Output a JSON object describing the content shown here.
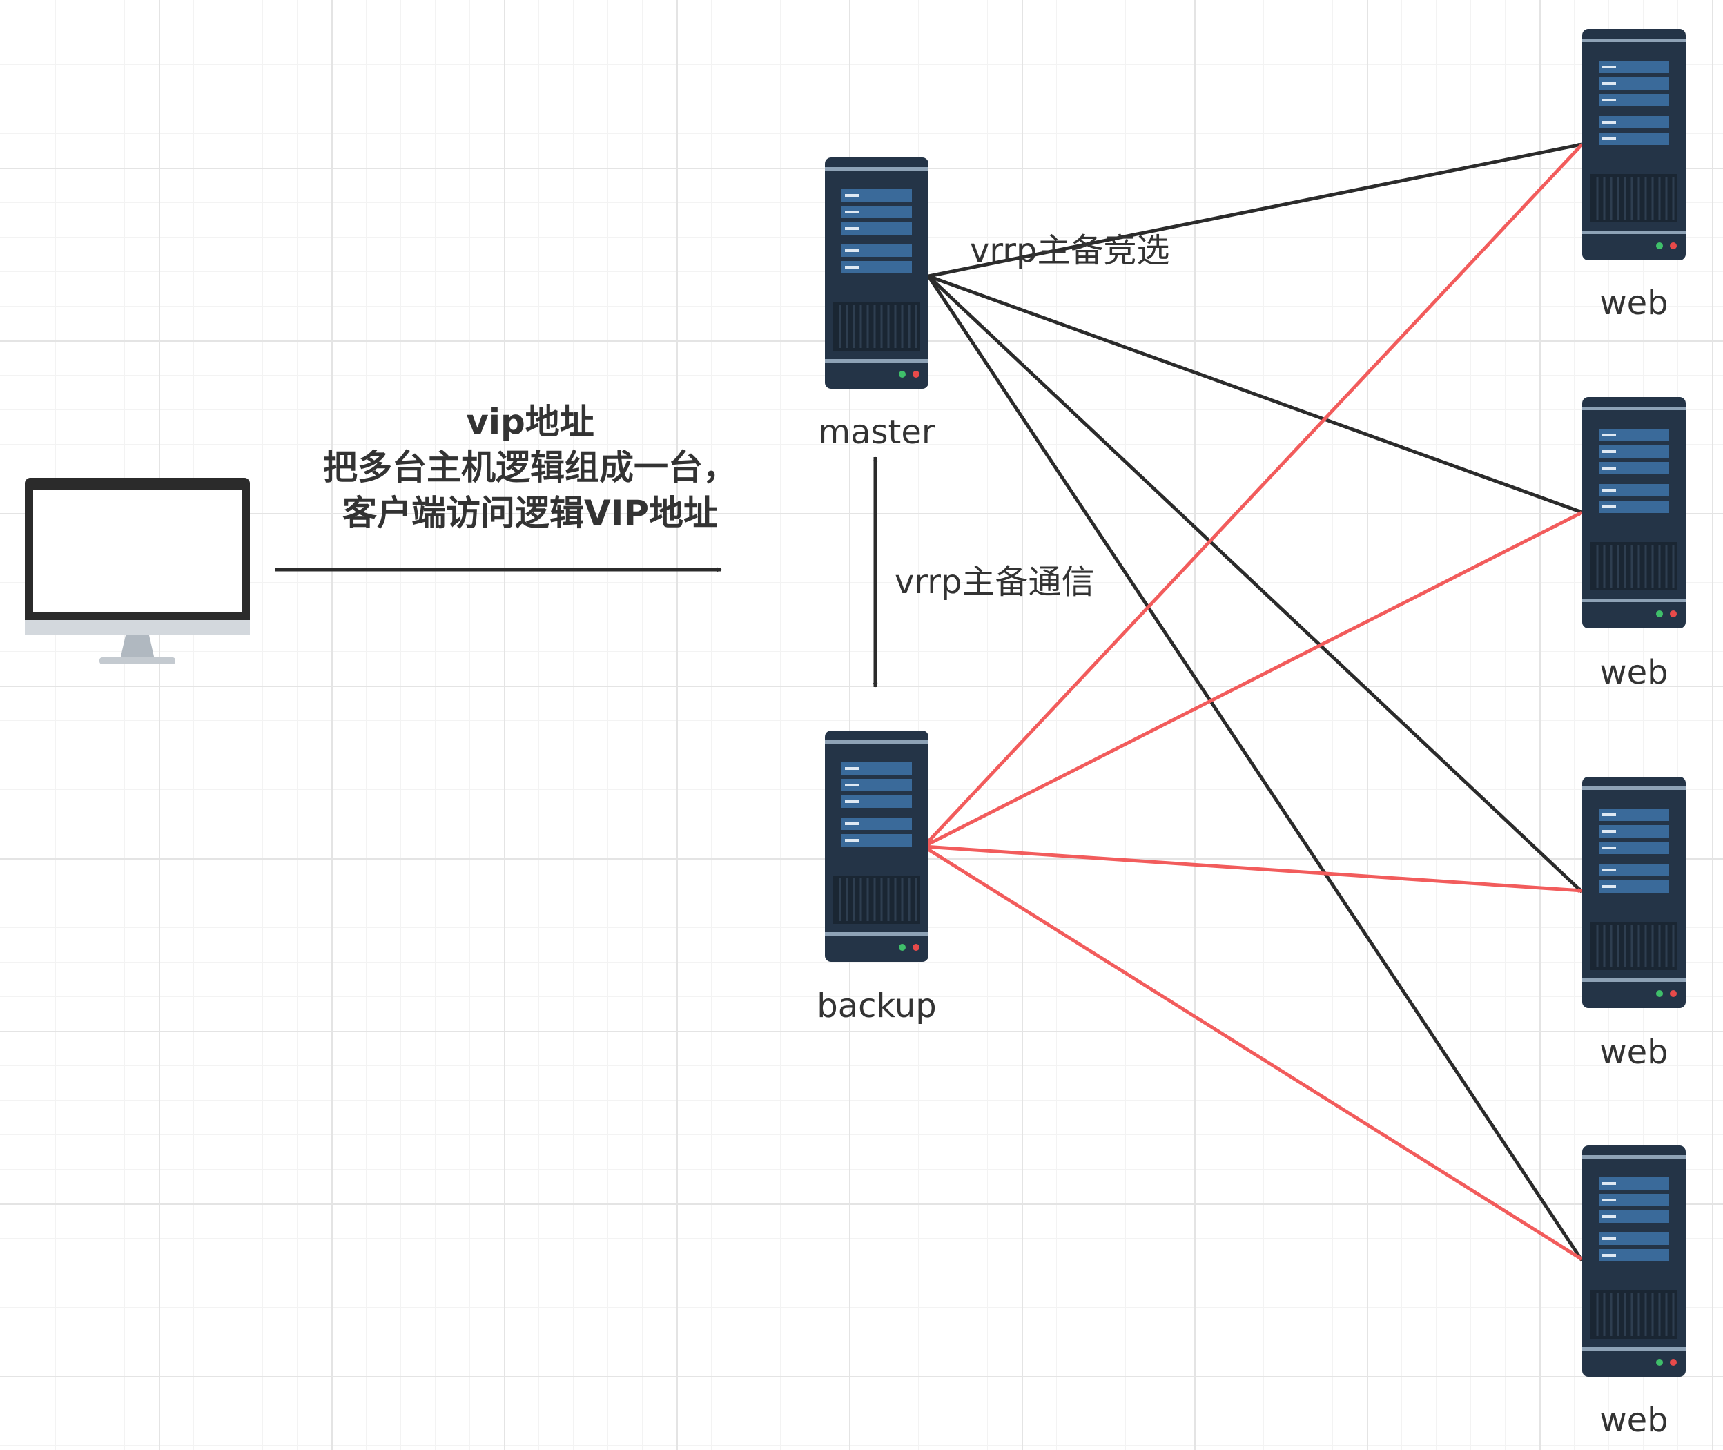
{
  "colors": {
    "primary_edge": "#2b2b2b",
    "backup_edge": "#f25c5c",
    "server_body": "#243447",
    "server_panel": "#3a6a9a",
    "monitor_frame": "#2b2b2b",
    "monitor_stand": "#b0b8c0"
  },
  "nodes": {
    "client": {
      "icon": "monitor-icon"
    },
    "master": {
      "icon": "server-icon",
      "label": "master"
    },
    "backup": {
      "icon": "server-icon",
      "label": "backup"
    },
    "webs": [
      {
        "icon": "server-icon",
        "label": "web"
      },
      {
        "icon": "server-icon",
        "label": "web"
      },
      {
        "icon": "server-icon",
        "label": "web"
      },
      {
        "icon": "server-icon",
        "label": "web"
      }
    ]
  },
  "edges": {
    "client_to_vip": {
      "lines": [
        "vip地址",
        "把多台主机逻辑组成一台，",
        "客户端访问逻辑VIP地址"
      ]
    },
    "master_to_webs": {
      "label": "vrrp主备竞选"
    },
    "master_backup": {
      "label": "vrrp主备通信"
    }
  }
}
